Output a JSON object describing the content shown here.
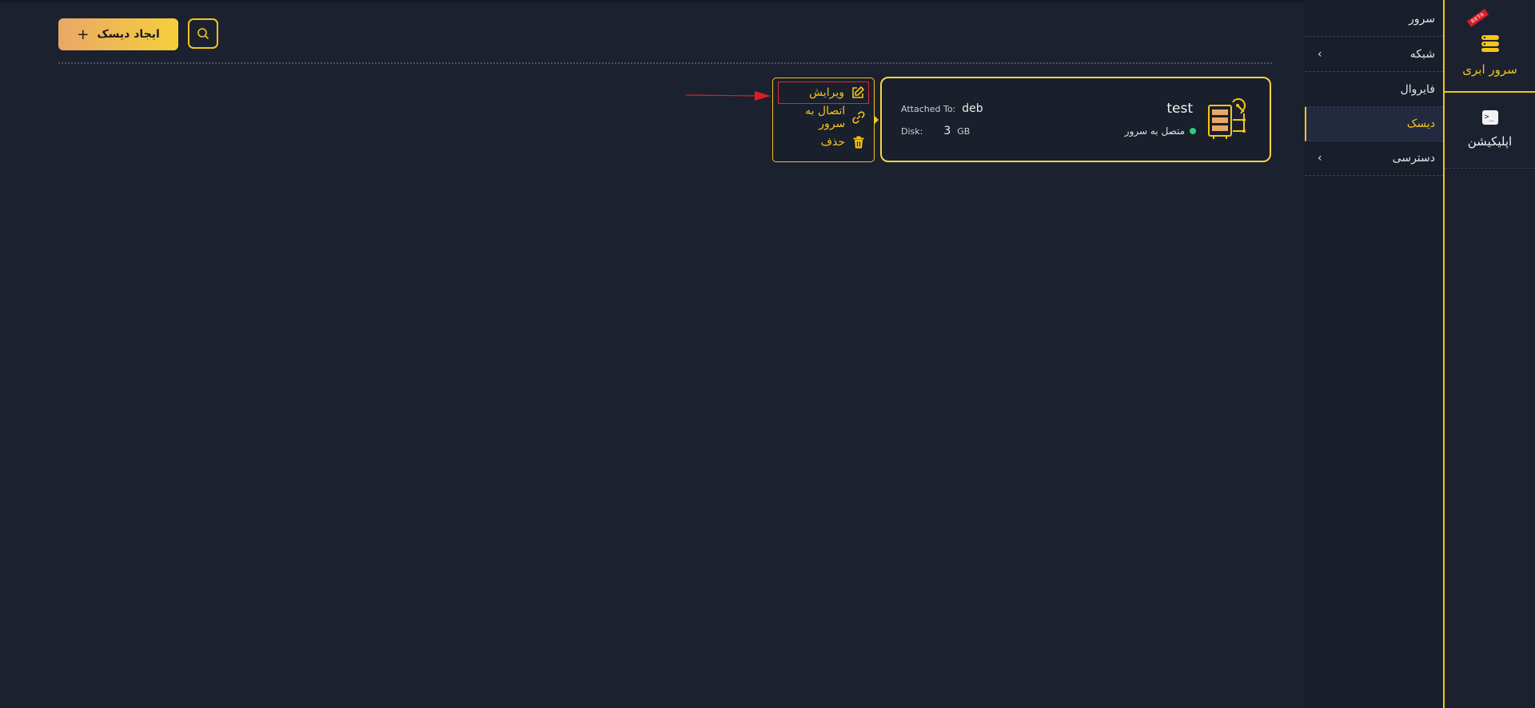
{
  "rail": {
    "cloud_label": "سرور ابری",
    "beta_badge": "BETA",
    "apps_label": "اپلیکیشن",
    "apps_icon_glyph": ">_"
  },
  "menu": {
    "items": [
      {
        "label": "سرور",
        "has_chevron": false
      },
      {
        "label": "شبکه",
        "has_chevron": true
      },
      {
        "label": "فایروال",
        "has_chevron": false
      },
      {
        "label": "دیسک",
        "has_chevron": false,
        "active": true
      },
      {
        "label": "دسترسی",
        "has_chevron": true
      }
    ],
    "chevron_glyph": "‹"
  },
  "toolbar": {
    "create_label": "ایجاد دیسک",
    "plus_glyph": "+"
  },
  "disk_card": {
    "name": "test",
    "status": "متصل به سرور",
    "attached_to_label": "Attached To:",
    "attached_to_value": "deb",
    "disk_label": "Disk:",
    "disk_value": "3",
    "disk_unit": "GB"
  },
  "context_menu": {
    "edit_label": "ویرایش",
    "connect_label": "اتصال به سرور",
    "delete_label": "حذف"
  },
  "colors": {
    "accent": "#f5c518",
    "background": "#1c2130",
    "status_online": "#28d17c",
    "highlight_red": "#e1262c"
  }
}
